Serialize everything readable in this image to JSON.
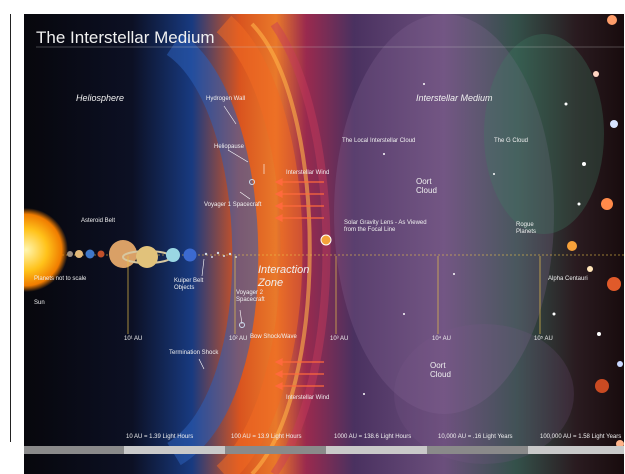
{
  "title": "The Interstellar Medium",
  "regions": {
    "heliosphere": "Heliosphere",
    "interstellar_medium": "Interstellar Medium",
    "interaction_zone": "Interaction Zone"
  },
  "labels": {
    "hydrogen_wall": "Hydrogen Wall",
    "heliopause": "Heliopause",
    "interstellar_wind_top": "Interstellar Wind",
    "interstellar_wind_bottom": "Interstellar Wind",
    "voyager1": "Voyager 1 Spacecraft",
    "voyager2": "Voyager 2 Spacecraft",
    "asteroid_belt": "Asteroid Belt",
    "kuiper_belt": "Kuiper Belt Objects",
    "termination_shock": "Termination Shock",
    "bow_shock": "Bow Shock/Wave",
    "local_cloud": "The Local Interstellar Cloud",
    "g_cloud": "The G Cloud",
    "oort_top": "Oort Cloud",
    "oort_bottom": "Oort Cloud",
    "solar_gravity_lens": "Solar Gravity Lens - As Viewed from the Focal Line",
    "rogue_planets": "Rogue Planets",
    "alpha_centauri": "Alpha Centauri",
    "sun": "Sun",
    "planets_not_to_scale": "Planets not to scale"
  },
  "scale_ticks": [
    "10¹ AU",
    "10² AU",
    "10³ AU",
    "10⁴ AU",
    "10⁵ AU"
  ],
  "scale_bar": [
    "10 AU = 1.39 Light Hours",
    "100 AU = 13.9 Light Hours",
    "1000 AU = 138.6 Light Hours",
    "10,000 AU = .16 Light Years",
    "100,000 AU = 1.58 Light Years"
  ]
}
